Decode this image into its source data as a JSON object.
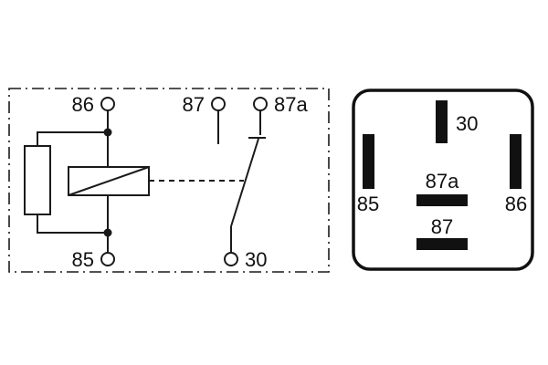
{
  "schematic": {
    "terminals": {
      "t86": "86",
      "t87": "87",
      "t87a": "87a",
      "t85": "85",
      "t30": "30"
    }
  },
  "pin_layout": {
    "pins": {
      "p30": "30",
      "p87a": "87a",
      "p86": "86",
      "p85": "85",
      "p87": "87"
    }
  },
  "colors": {
    "line": "#1a1a1a",
    "text": "#111111",
    "background": "#ffffff"
  }
}
